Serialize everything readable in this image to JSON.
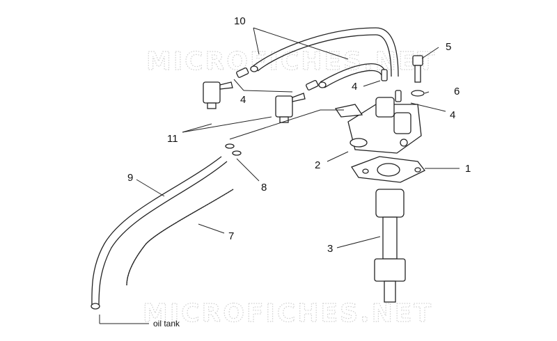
{
  "watermark": {
    "text": "MICROFICHES.NET"
  },
  "callouts": [
    {
      "id": "c1",
      "text": "1"
    },
    {
      "id": "c2",
      "text": "2"
    },
    {
      "id": "c3",
      "text": "3"
    },
    {
      "id": "c4a",
      "text": "4"
    },
    {
      "id": "c4b",
      "text": "4"
    },
    {
      "id": "c4c",
      "text": "4"
    },
    {
      "id": "c5",
      "text": "5"
    },
    {
      "id": "c6",
      "text": "6"
    },
    {
      "id": "c7",
      "text": "7"
    },
    {
      "id": "c8",
      "text": "8"
    },
    {
      "id": "c9",
      "text": "9"
    },
    {
      "id": "c10",
      "text": "10"
    },
    {
      "id": "c11",
      "text": "11"
    }
  ],
  "annotation": {
    "oil_tank": "oil tank"
  }
}
